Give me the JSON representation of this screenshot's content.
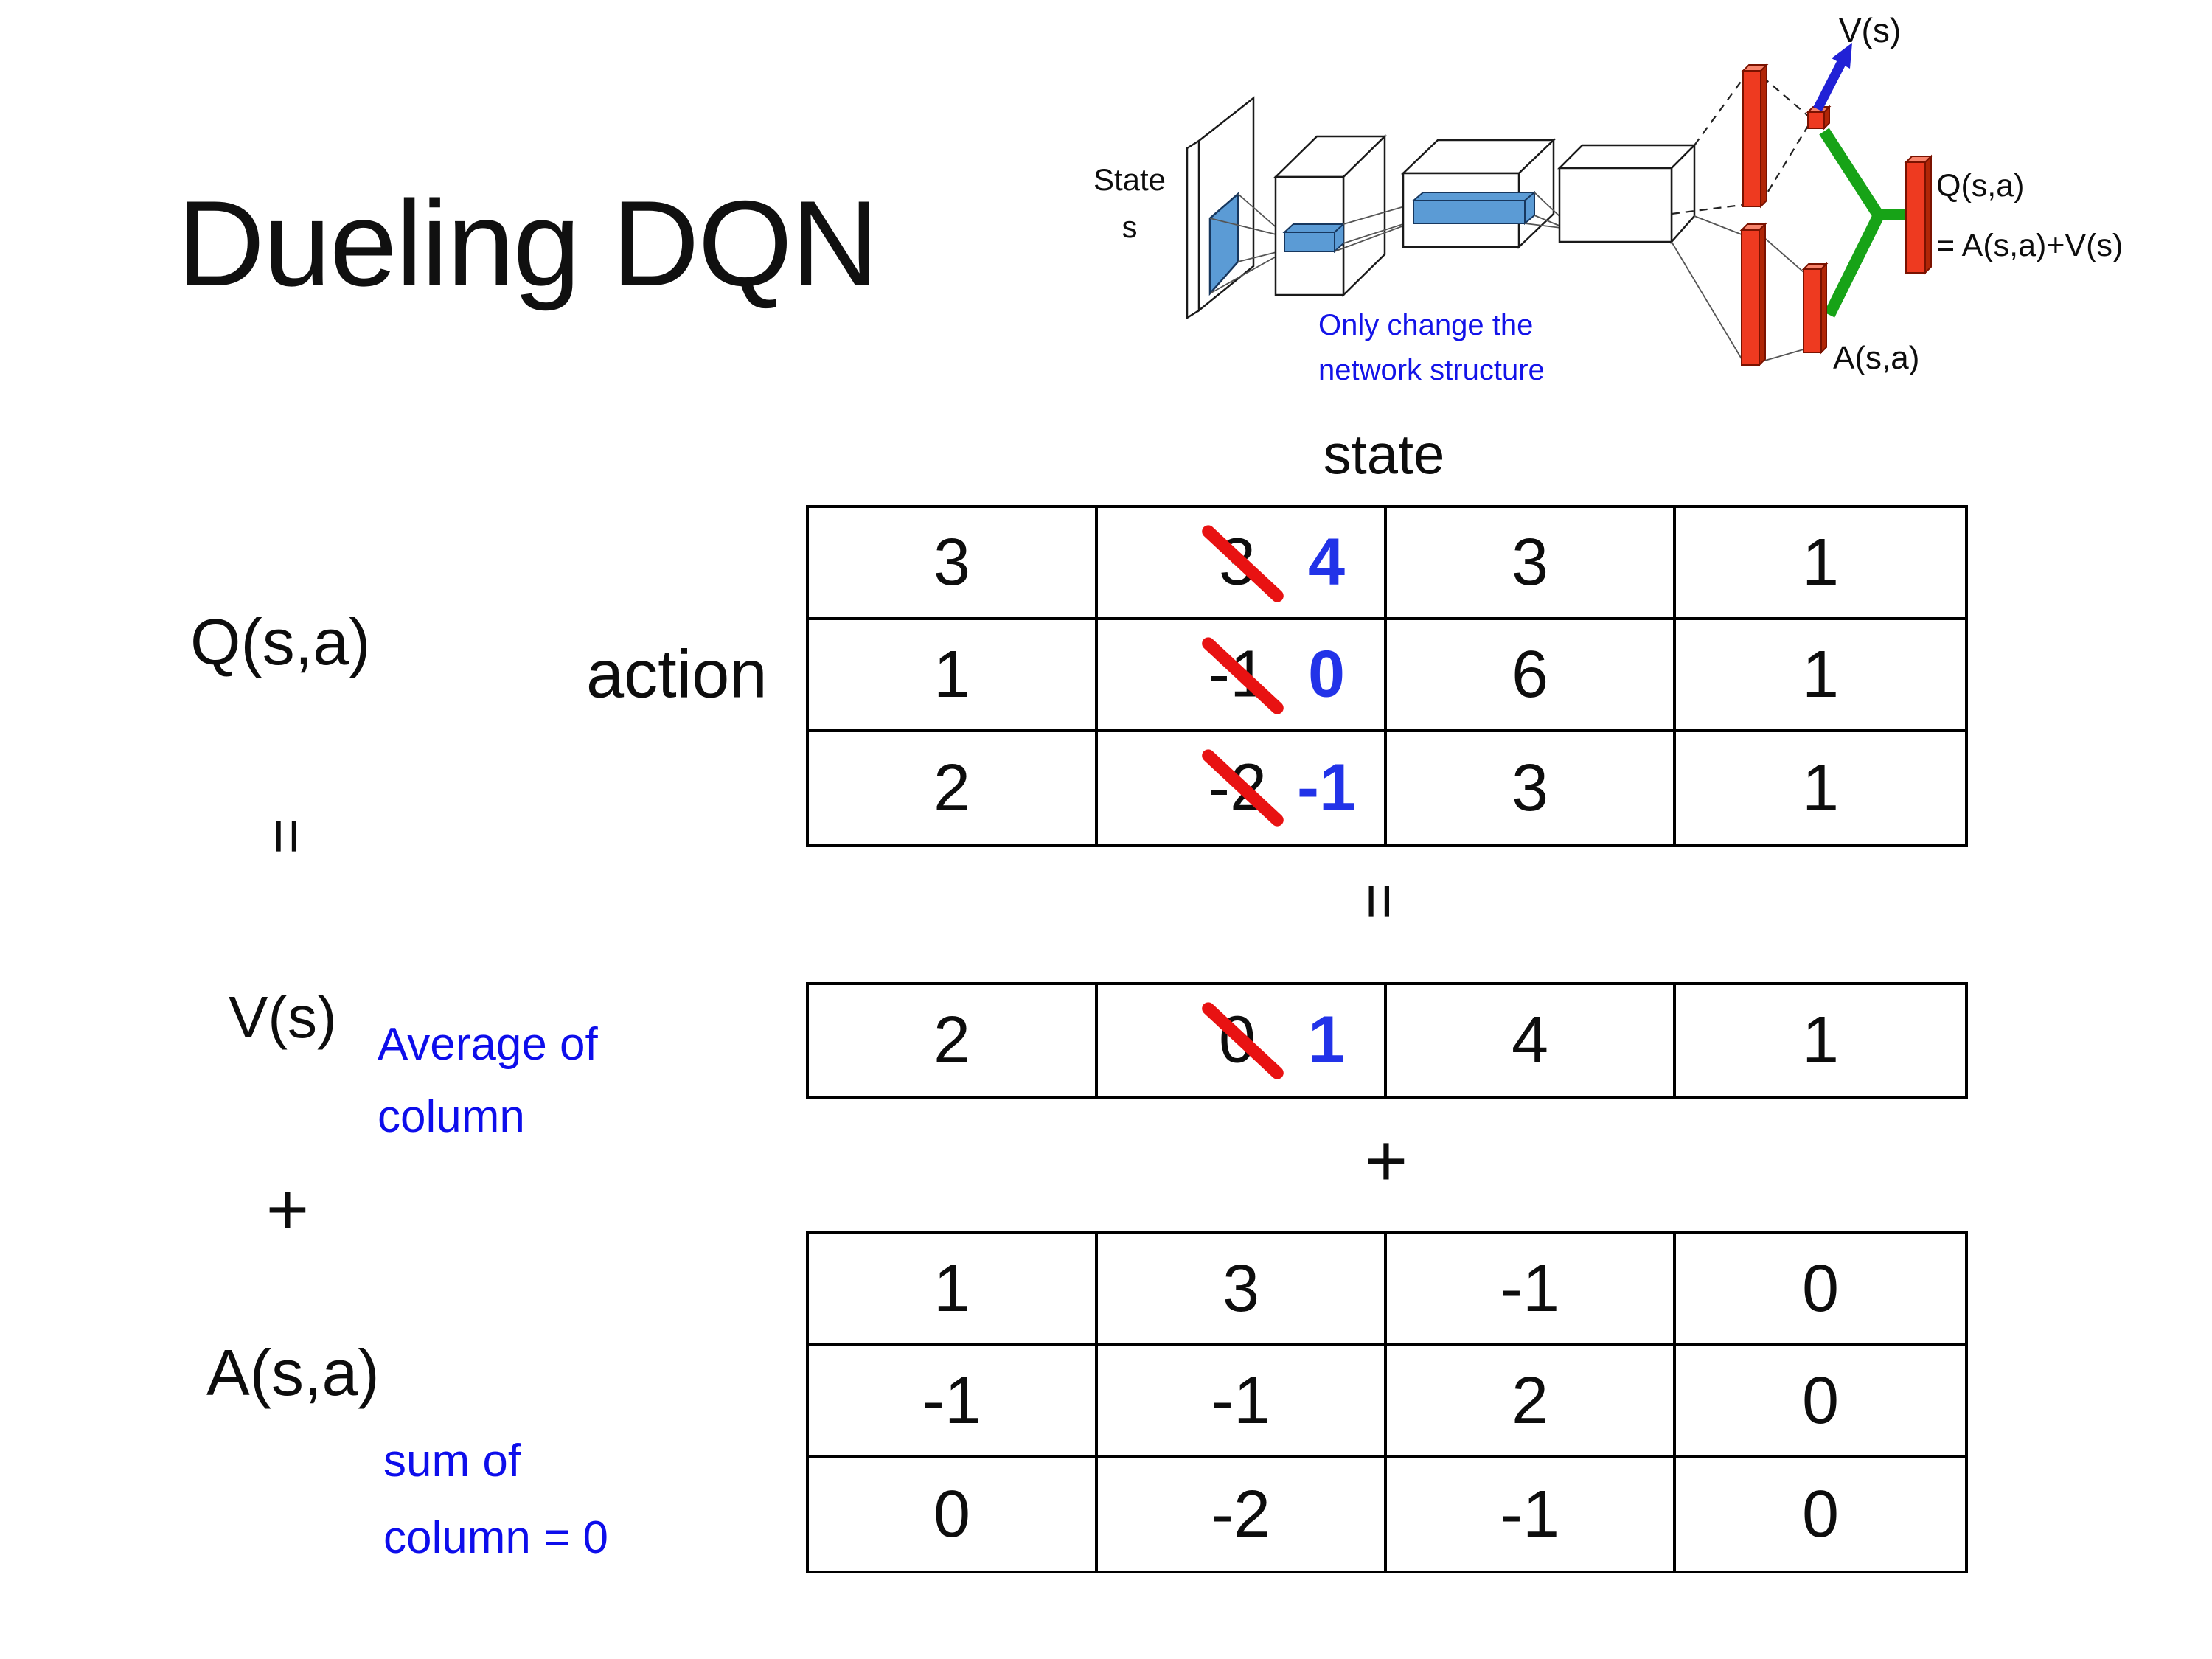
{
  "slide": {
    "title": "Dueling DQN",
    "background": "#ffffff"
  },
  "diagram": {
    "state_label": "State",
    "state_sub": "s",
    "v_output_label": "V(s)",
    "q_output_label": "Q(s,a)",
    "q_output_formula": "= A(s,a)+V(s)",
    "a_output_label": "A(s,a)",
    "note_line1": "Only change the",
    "note_line2": "network structure",
    "colors": {
      "conv_blue": "#5b9bd5",
      "bar_red": "#ee3a20",
      "merge_green": "#17a317",
      "arrow_blue": "#2121d6",
      "note_blue": "#1313e8"
    }
  },
  "equation": {
    "q_label": "Q(s,a)",
    "equals_left": "=",
    "v_label": "V(s)",
    "plus_left": "+",
    "a_label": "A(s,a)",
    "avg_note_line1": "Average of",
    "avg_note_line2": "column",
    "sum_note_line1": "sum of",
    "sum_note_line2": "column = 0",
    "state_header": "state",
    "action_label": "action",
    "equals_center": "=",
    "plus_center": "+",
    "colors": {
      "value_blue": "#2233e8",
      "strike_red": "#e81212",
      "note_blue": "#0d0deb"
    }
  },
  "tables": {
    "q": {
      "rows": [
        [
          {
            "v": "3"
          },
          {
            "old": "3",
            "new": "4"
          },
          {
            "v": "3"
          },
          {
            "v": "1"
          }
        ],
        [
          {
            "v": "1"
          },
          {
            "old": "-1",
            "new": "0"
          },
          {
            "v": "6"
          },
          {
            "v": "1"
          }
        ],
        [
          {
            "v": "2"
          },
          {
            "old": "-2",
            "new": "-1"
          },
          {
            "v": "3"
          },
          {
            "v": "1"
          }
        ]
      ]
    },
    "v": {
      "rows": [
        [
          {
            "v": "2"
          },
          {
            "old": "0",
            "new": "1"
          },
          {
            "v": "4"
          },
          {
            "v": "1"
          }
        ]
      ]
    },
    "a": {
      "rows": [
        [
          {
            "v": "1"
          },
          {
            "v": "3"
          },
          {
            "v": "-1"
          },
          {
            "v": "0"
          }
        ],
        [
          {
            "v": "-1"
          },
          {
            "v": "-1"
          },
          {
            "v": "2"
          },
          {
            "v": "0"
          }
        ],
        [
          {
            "v": "0"
          },
          {
            "v": "-2"
          },
          {
            "v": "-1"
          },
          {
            "v": "0"
          }
        ]
      ]
    }
  }
}
